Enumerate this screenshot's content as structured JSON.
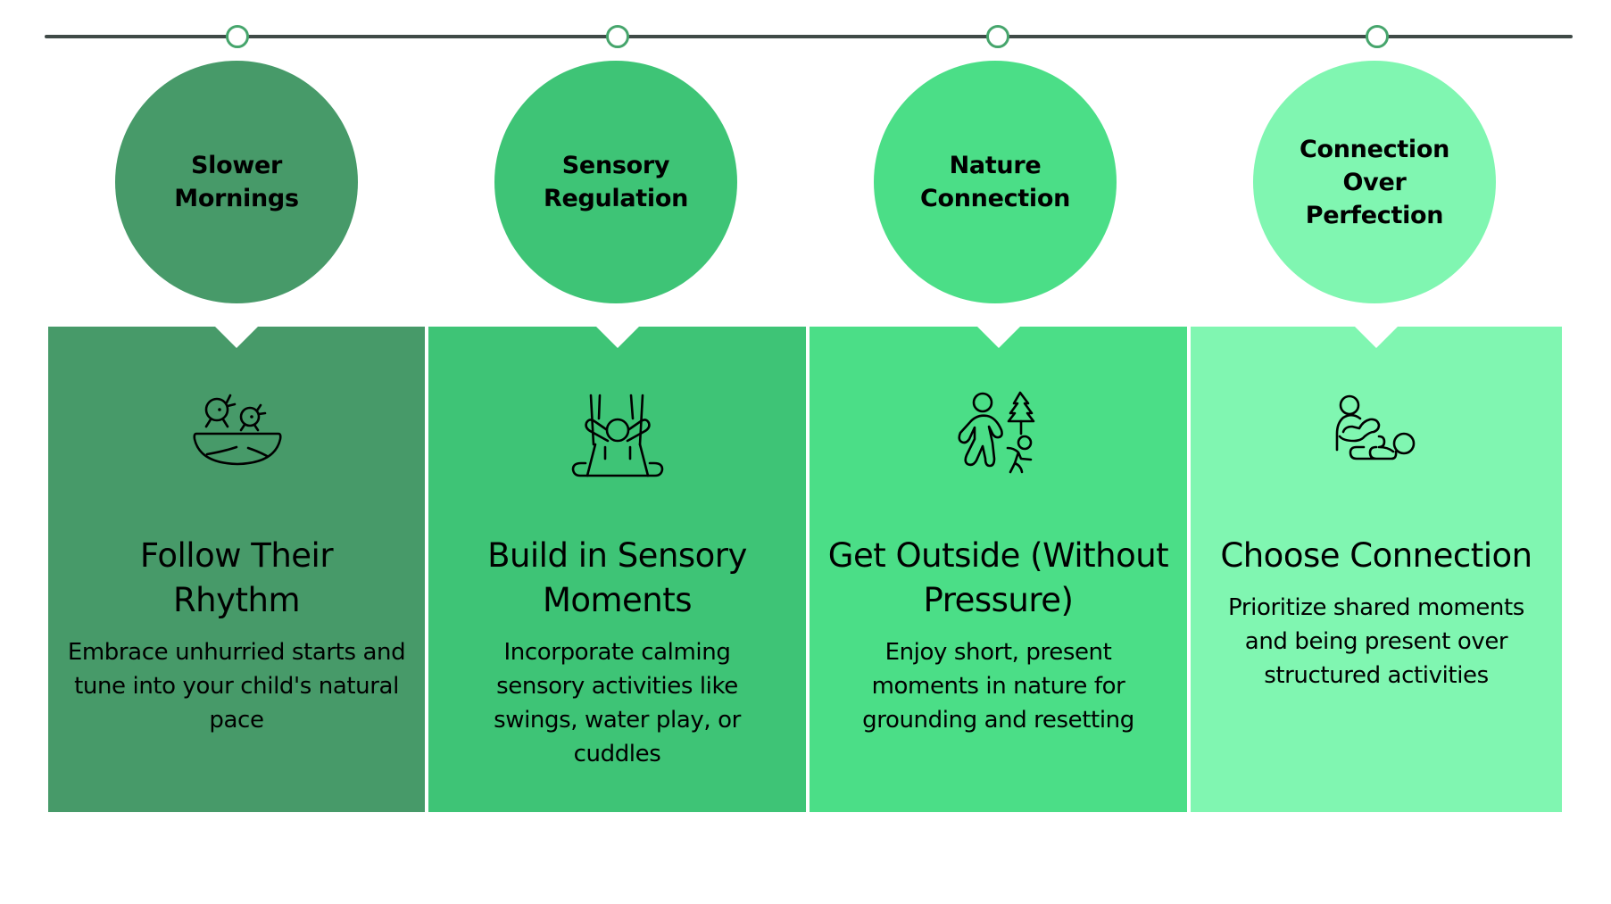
{
  "colors": {
    "stage_1": "#479a69",
    "stage_2": "#3ec476",
    "stage_3": "#4bde87",
    "stage_4": "#80f6b1",
    "timeline_line": "#3f4a47",
    "timeline_dot": "#46a56c"
  },
  "stages": [
    {
      "circle_label": "Slower Mornings",
      "icon": "bird-nest-icon",
      "title": "Follow Their Rhythm",
      "body": "Embrace unhurried starts and tune into your child's natural pace"
    },
    {
      "circle_label": "Sensory Regulation",
      "icon": "child-swing-icon",
      "title": "Build in Sensory Moments",
      "body": "Incorporate calming sensory activities like swings, water play, or cuddles"
    },
    {
      "circle_label": "Nature Connection",
      "icon": "family-walk-tree-icon",
      "title": "Get Outside (Without Pressure)",
      "body": "Enjoy short, present moments in nature for grounding and resetting"
    },
    {
      "circle_label": "Connection Over Perfection",
      "icon": "parent-cuddle-baby-icon",
      "title": "Choose Connection",
      "body": "Prioritize shared moments and being present over structured activities"
    }
  ]
}
